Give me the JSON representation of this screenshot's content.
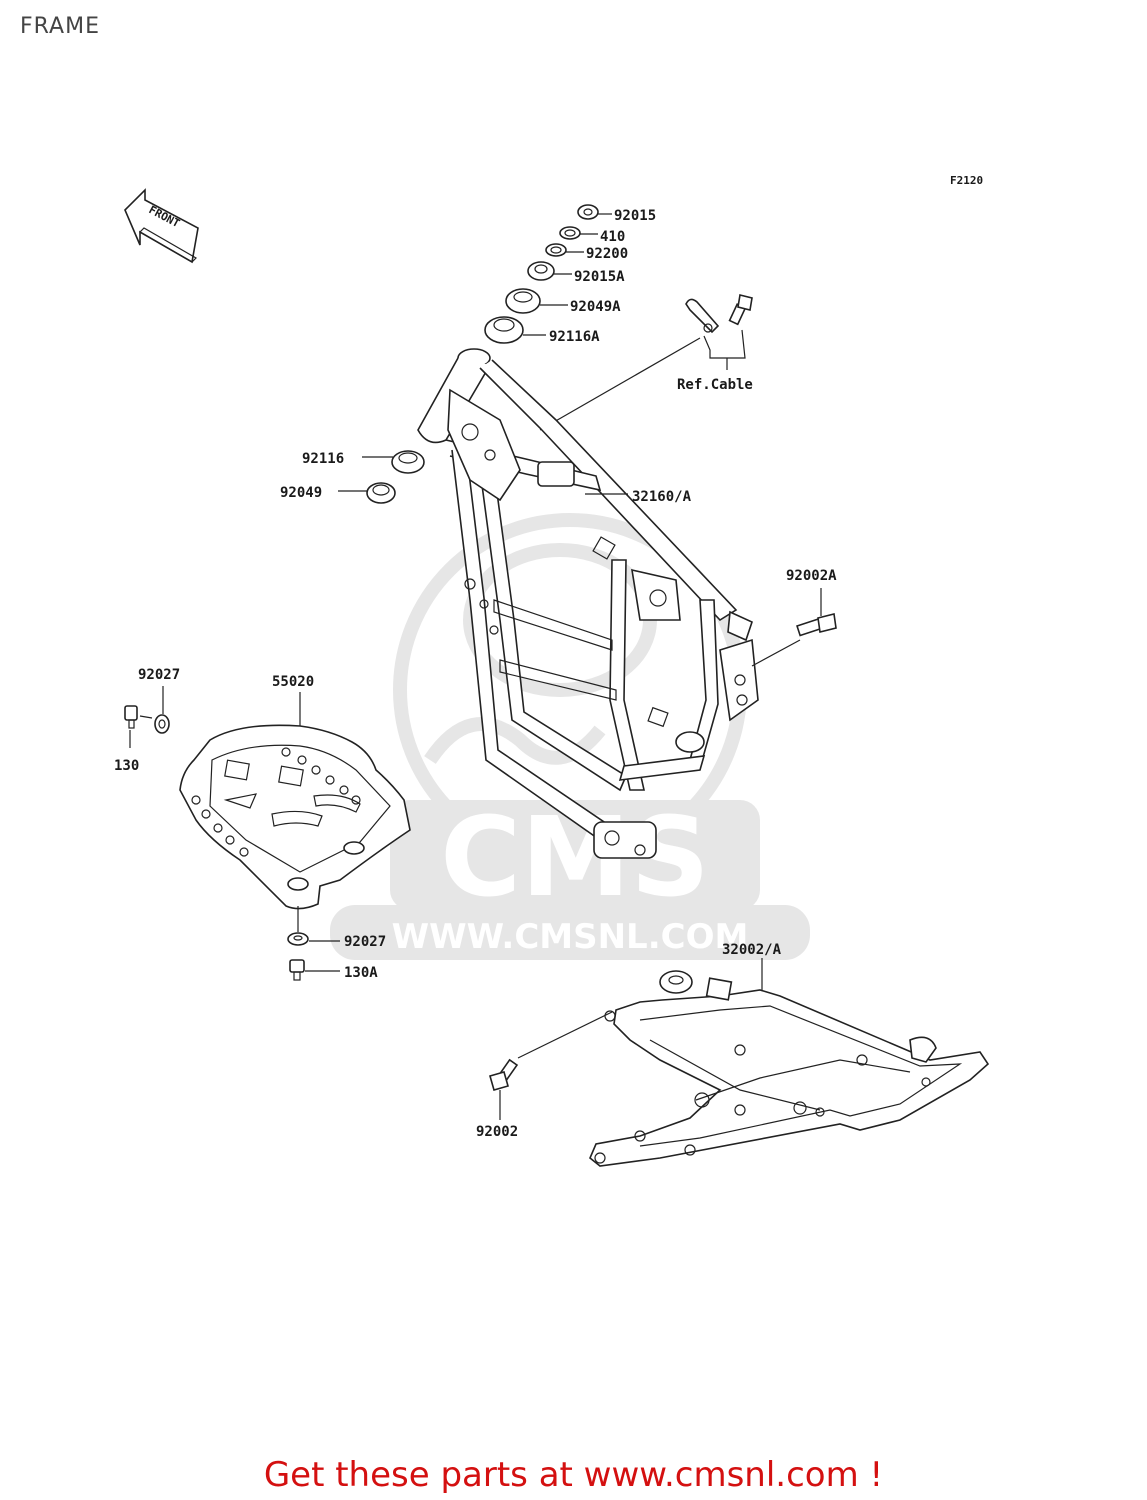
{
  "page": {
    "title": "FRAME",
    "diagram_code": "F2120"
  },
  "orientation": {
    "label": "FRONT"
  },
  "watermark": {
    "brand": "CMS",
    "url": "WWW.CMSNL.COM"
  },
  "parts": {
    "p92015": "92015",
    "p410": "410",
    "p92200": "92200",
    "p92015A": "92015A",
    "p92049A": "92049A",
    "p92116A": "92116A",
    "refCable": "Ref.Cable",
    "p92116": "92116",
    "p92049": "92049",
    "p32160A": "32160/A",
    "p92002A": "92002A",
    "p92027top": "92027",
    "p55020": "55020",
    "p130": "130",
    "p92027bottom": "92027",
    "p130A": "130A",
    "p32002A": "32002/A",
    "p92002": "92002"
  },
  "footer": {
    "promo": "Get these parts at www.cmsnl.com !"
  }
}
